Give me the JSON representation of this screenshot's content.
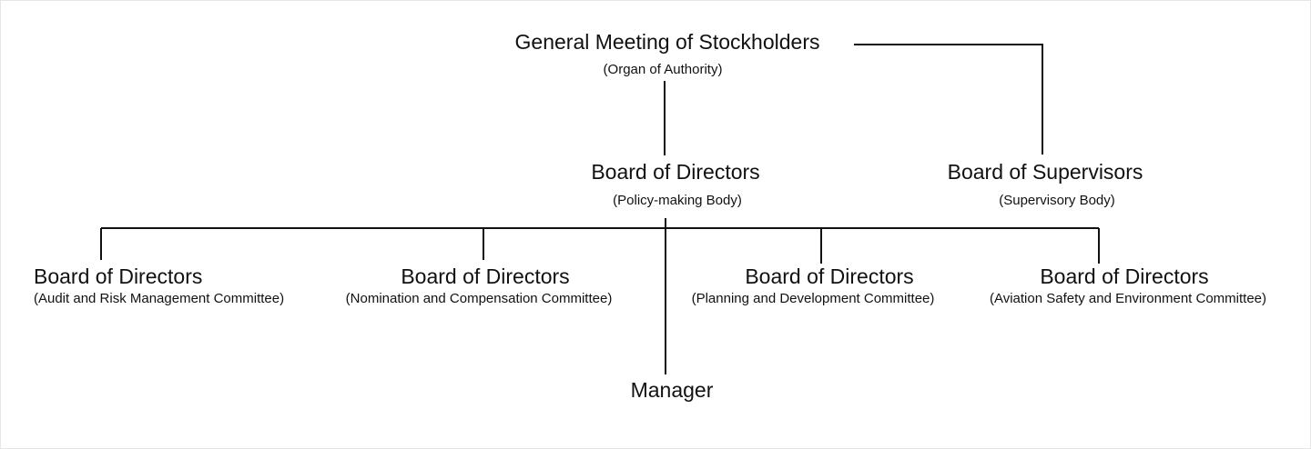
{
  "chart": {
    "gms": {
      "title": "General Meeting of Stockholders",
      "sub": "(Organ of Authority)"
    },
    "bod": {
      "title": "Board of Directors",
      "sub": "(Policy-making Body)"
    },
    "bos": {
      "title": "Board of Supervisors",
      "sub": "(Supervisory Body)"
    },
    "committees": [
      {
        "title": "Board of Directors",
        "sub": "(Audit and Risk Management Committee)"
      },
      {
        "title": "Board of Directors",
        "sub": "(Nomination and Compensation Committee)"
      },
      {
        "title": "Board of Directors",
        "sub": "(Planning and Development Committee)"
      },
      {
        "title": "Board of Directors",
        "sub": "(Aviation Safety and Environment Committee)"
      }
    ],
    "manager": {
      "title": "Manager"
    }
  }
}
